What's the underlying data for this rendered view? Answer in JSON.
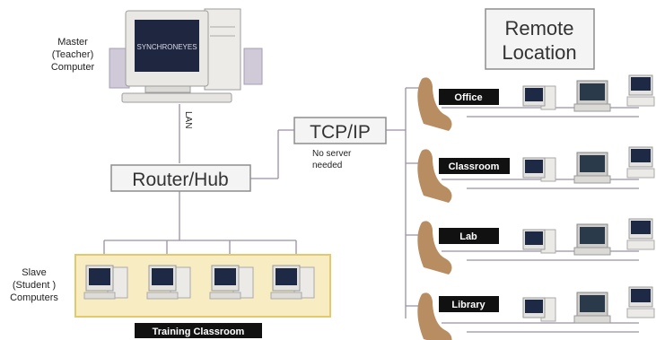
{
  "master": {
    "line1": "Master",
    "line2": "(Teacher)",
    "line3": "Computer"
  },
  "lan_label": "LAN",
  "router_label": "Router/Hub",
  "tcpip": {
    "label": "TCP/IP",
    "note_line1": "No server",
    "note_line2": "needed"
  },
  "remote": {
    "line1": "Remote",
    "line2": "Location"
  },
  "slave": {
    "line1": "Slave",
    "line2": "(Student )",
    "line3": "Computers"
  },
  "training_label": "Training Classroom",
  "sites": [
    {
      "label": "Office"
    },
    {
      "label": "Classroom"
    },
    {
      "label": "Lab"
    },
    {
      "label": "Library"
    }
  ],
  "colors": {
    "box_border": "#8d8d8d",
    "box_fill": "#f4f4f4",
    "line": "#9a8fa6",
    "training_fill": "#f7ecc2",
    "training_border": "#e3c86d",
    "tag_fill": "#111111",
    "hand": "#b98d62"
  }
}
